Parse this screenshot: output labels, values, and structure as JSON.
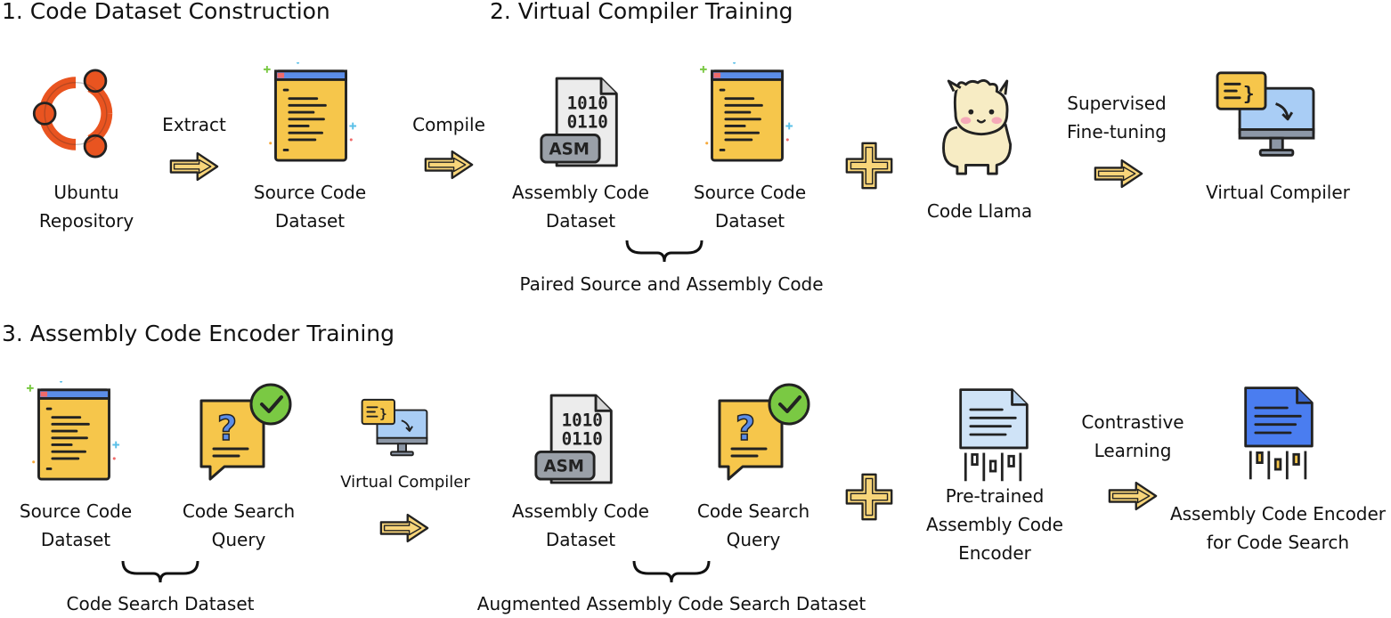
{
  "sections": {
    "s1": "1. Code Dataset Construction",
    "s2": "2. Virtual Compiler Training",
    "s3": "3. Assembly Code Encoder Training"
  },
  "arrows": {
    "extract": "Extract",
    "compile": "Compile",
    "sft_line1": "Supervised",
    "sft_line2": "Fine-tuning",
    "virtual_compiler": "Virtual Compiler",
    "cl_line1": "Contrastive",
    "cl_line2": "Learning"
  },
  "nodes": {
    "ubuntu": [
      "Ubuntu",
      "Repository"
    ],
    "source1": [
      "Source Code",
      "Dataset"
    ],
    "asm1": [
      "Assembly Code",
      "Dataset"
    ],
    "source2": [
      "Source Code",
      "Dataset"
    ],
    "llama": "Code Llama",
    "vc": "Virtual Compiler",
    "source3": [
      "Source Code",
      "Dataset"
    ],
    "query1": [
      "Code Search",
      "Query"
    ],
    "asm2": [
      "Assembly Code",
      "Dataset"
    ],
    "query2": [
      "Code Search",
      "Query"
    ],
    "pretrained": [
      "Pre-trained",
      "Assembly Code",
      "Encoder"
    ],
    "encoder": [
      "Assembly Code Encoder",
      "for Code Search"
    ]
  },
  "groups": {
    "paired": "Paired Source and Assembly Code",
    "csd": "Code Search Dataset",
    "augmented": "Augmented Assembly Code Search Dataset"
  },
  "icons": {
    "ubuntu": "ubuntu-logo-icon",
    "source": "source-code-file-icon",
    "asm": "asm-binary-file-icon",
    "plus": "plus-icon",
    "llama": "llama-icon",
    "monitor": "monitor-compiler-icon",
    "query": "question-chat-check-icon",
    "binary_doc": "binary-document-icon",
    "arrow": "right-arrow-icon"
  },
  "colors": {
    "ubuntu_orange": "#e95420",
    "yellow": "#f6c64b",
    "arrow_fill": "#f8d57a",
    "blue_screen": "#a9cdf5",
    "green_check": "#7ac943",
    "encoder_blue": "#4a7df0"
  }
}
